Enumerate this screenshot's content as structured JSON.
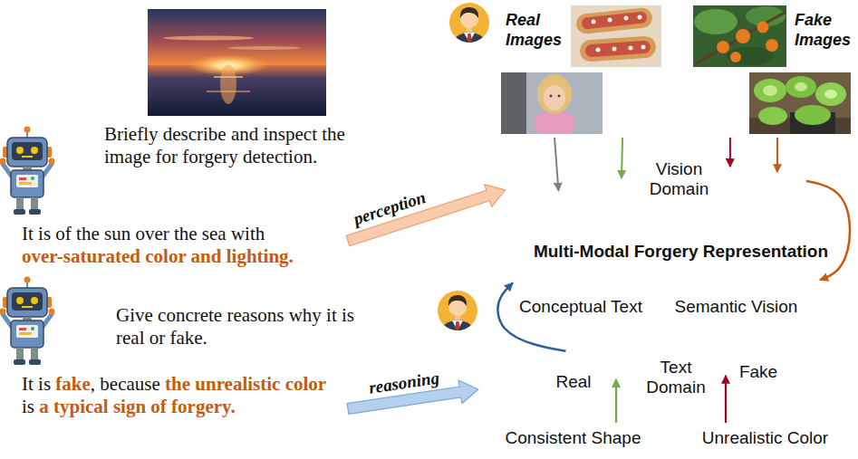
{
  "diagram": {
    "nodes": [
      {
        "text": [
          "Briefly describe and inspect the image for forgery detection."
        ]
      },
      {
        "text": [
          "It is of the sun over the sea with",
          "over-saturated color and lighting."
        ]
      },
      {
        "text": [
          "Give concrete reasons why it is real or fake."
        ]
      },
      {
        "text": [
          "It is",
          "fake",
          ", because",
          "the unrealistic color",
          "is",
          "a typical sign of forgery."
        ]
      },
      {
        "text": [
          "Real Images"
        ]
      },
      {
        "text": [
          "Fake Images"
        ]
      },
      {
        "text": [
          "Vision Domain"
        ]
      },
      {
        "text": [
          "Multi-Modal Forgery Representation"
        ]
      },
      {
        "text": [
          "Conceptual Text"
        ],
        "in": 7
      },
      {
        "text": [
          "Semantic Vision"
        ],
        "in": 7
      },
      {
        "text": [
          "Text Domain"
        ]
      },
      {
        "text": [
          "Real"
        ],
        "in": 10
      },
      {
        "text": [
          "Fake"
        ],
        "in": 10
      },
      {
        "text": [
          "Consistent Shape"
        ]
      },
      {
        "text": [
          "Unrealistic Color"
        ]
      }
    ],
    "edges": [
      {
        "from": 1,
        "to": 6,
        "label": "perception",
        "arrow": "to"
      },
      {
        "from": 3,
        "to": 10,
        "label": "reasoning",
        "arrow": "to"
      },
      {
        "from": 4,
        "to": 6,
        "arrow": "to"
      },
      {
        "from": 4,
        "to": 6,
        "arrow": "to"
      },
      {
        "from": 5,
        "to": 6,
        "arrow": "to"
      },
      {
        "from": 5,
        "to": 6,
        "arrow": "to"
      },
      {
        "from": 6,
        "to": 9,
        "arrow": "to"
      },
      {
        "from": 10,
        "to": 8,
        "arrow": "to"
      },
      {
        "from": 13,
        "to": 11,
        "arrow": "to"
      },
      {
        "from": 14,
        "to": 12,
        "arrow": "to"
      }
    ]
  }
}
